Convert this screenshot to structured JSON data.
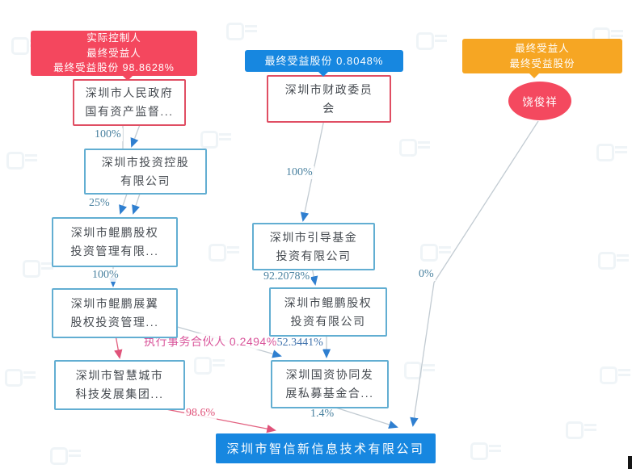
{
  "diagram": {
    "badges": {
      "actual_controller": {
        "line1": "实际控制人",
        "line2": "最终受益人",
        "line3": "最终受益股份 98.8628%"
      },
      "beneficiary_mid": {
        "line1": "最终受益股份 0.8048%"
      },
      "beneficiary_right": {
        "line1": "最终受益人",
        "line2": "最终受益股份"
      }
    },
    "nodes": {
      "gov": {
        "line1": "深圳市人民政府",
        "line2": "国有资产监督..."
      },
      "invest_holding": {
        "line1": "深圳市投资控股",
        "line2": "有限公司"
      },
      "kunpeng_mgmt": {
        "line1": "深圳市鲲鹏股权",
        "line2": "投资管理有限..."
      },
      "kunpeng_wing": {
        "line1": "深圳市鲲鹏展翼",
        "line2": "股权投资管理..."
      },
      "smart_city": {
        "line1": "深圳市智慧城市",
        "line2": "科技发展集团..."
      },
      "finance": {
        "line1": "深圳市财政委员",
        "line2": "会"
      },
      "guide_fund": {
        "line1": "深圳市引导基金",
        "line2": "投资有限公司"
      },
      "kunpeng_equity": {
        "line1": "深圳市鲲鹏股权",
        "line2": "投资有限公司"
      },
      "guozi": {
        "line1": "深圳国资协同发",
        "line2": "展私募基金合..."
      },
      "person": {
        "name": "饶俊祥"
      },
      "target": {
        "name": "深圳市智信新信息技术有限公司"
      }
    },
    "edges": {
      "gov_to_invest": "100%",
      "invest_to_kunpeng": "25%",
      "kunpeng_to_wing": "100%",
      "smart_to_target": "98.6%",
      "finance_to_guide": "100%",
      "guide_to_equity": "92.2078%",
      "partner_label": "执行事务合伙人 0.2494%",
      "equity_to_guozi": "52.3441%",
      "guozi_to_target": "1.4%",
      "person_to_target": "0%"
    },
    "colors": {
      "badge_red": "#f4475e",
      "badge_orange": "#f6a623",
      "badge_blue": "#1787e0",
      "target_blue": "#1787e0",
      "box_border_blue": "#62aed2",
      "box_border_red": "#e04e63",
      "edge_label_blue": "#4a82a0",
      "edge_label_pink": "#e0537a",
      "partner_magenta": "#d9549a",
      "arrow_blue": "#2f7fd0",
      "line_gray": "#c2cbd2",
      "line_pink": "#e2607f"
    }
  }
}
